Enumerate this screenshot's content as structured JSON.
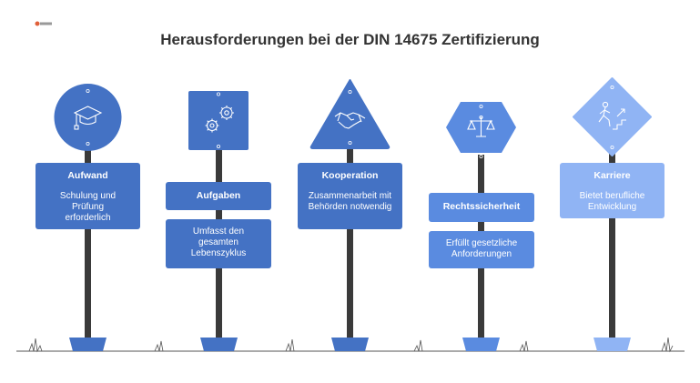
{
  "title": "Herausforderungen bei der DIN 14675 Zertifizierung",
  "logo_text": "",
  "colors": {
    "dark": "#4472c4",
    "mid": "#5a8be0",
    "light": "#90b4f4",
    "pole": "#3a3a3a",
    "ground": "#555555"
  },
  "signs": [
    {
      "heading": "Aufwand",
      "description": "Schulung und Prüfung erforderlich",
      "icon": "graduation-cap-icon",
      "shape": "circle"
    },
    {
      "heading": "Aufgaben",
      "description": "Umfasst den gesamten Lebenszyklus",
      "icon": "gears-icon",
      "shape": "square"
    },
    {
      "heading": "Kooperation",
      "description": "Zusammenarbeit mit Behörden notwendig",
      "icon": "handshake-icon",
      "shape": "triangle"
    },
    {
      "heading": "Rechtssicherheit",
      "description": "Erfüllt gesetzliche Anforderungen",
      "icon": "scales-icon",
      "shape": "hexagon"
    },
    {
      "heading": "Karriere",
      "description": "Bietet berufliche Entwicklung",
      "icon": "career-stairs-icon",
      "shape": "diamond"
    }
  ]
}
